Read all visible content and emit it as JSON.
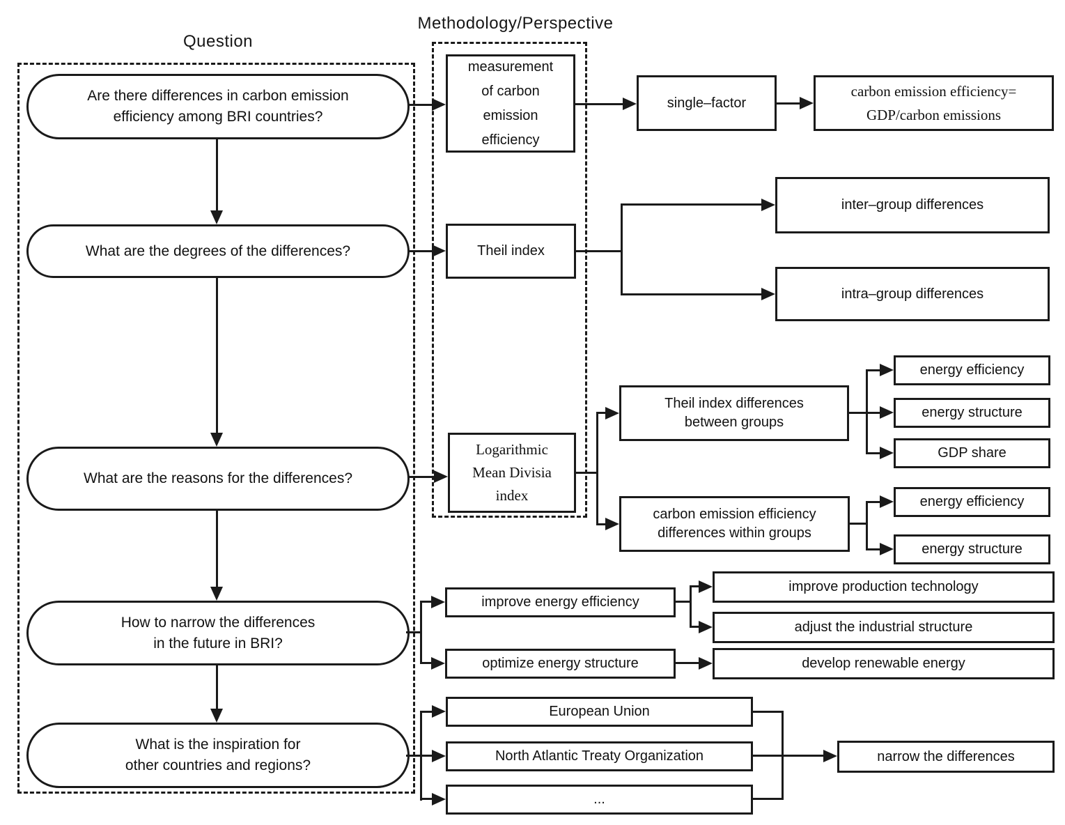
{
  "diagram": {
    "column_labels": {
      "question": "Question",
      "methodology": "Methodology/Perspective"
    },
    "questions": {
      "q1": {
        "line1": "Are there differences in carbon emission",
        "line2": "efficiency among BRI countries?"
      },
      "q2": {
        "line1": "What are the degrees of the differences?"
      },
      "q3": {
        "line1": "What are the reasons for the differences?"
      },
      "q4": {
        "line1": "How to narrow the differences",
        "line2": "in the future in BRI?"
      },
      "q5": {
        "line1": "What is the inspiration for",
        "line2": "other countries and regions?"
      }
    },
    "methods": {
      "measurement": {
        "line1": "measurement",
        "line2": "of carbon",
        "line3": "emission",
        "line4": "efficiency"
      },
      "theil_index": "Theil index",
      "lmdi": {
        "line1": "Logarithmic",
        "line2": "Mean Divisia",
        "line3": "index"
      }
    },
    "results": {
      "single_factor": "single–factor",
      "formula": {
        "line1": "carbon emission efficiency=",
        "line2": "GDP/carbon emissions"
      },
      "inter_group": "inter–group differences",
      "intra_group": "intra–group differences",
      "theil_between": {
        "line1": "Theil index differences",
        "line2": "between groups"
      },
      "between_factor_1": "energy efficiency",
      "between_factor_2": "energy structure",
      "between_factor_3": "GDP share",
      "within": {
        "line1": "carbon emission efficiency",
        "line2": "differences within groups"
      },
      "within_factor_1": "energy efficiency",
      "within_factor_2": "energy structure",
      "improve_ee": "improve energy efficiency",
      "optimize_es": "optimize energy structure",
      "improve_tech": "improve production technology",
      "adjust_industrial": "adjust the industrial structure",
      "develop_renewable": "develop renewable energy",
      "eu": "European Union",
      "nato": "North Atlantic Treaty Organization",
      "others": "...",
      "narrow": "narrow the differences"
    }
  }
}
